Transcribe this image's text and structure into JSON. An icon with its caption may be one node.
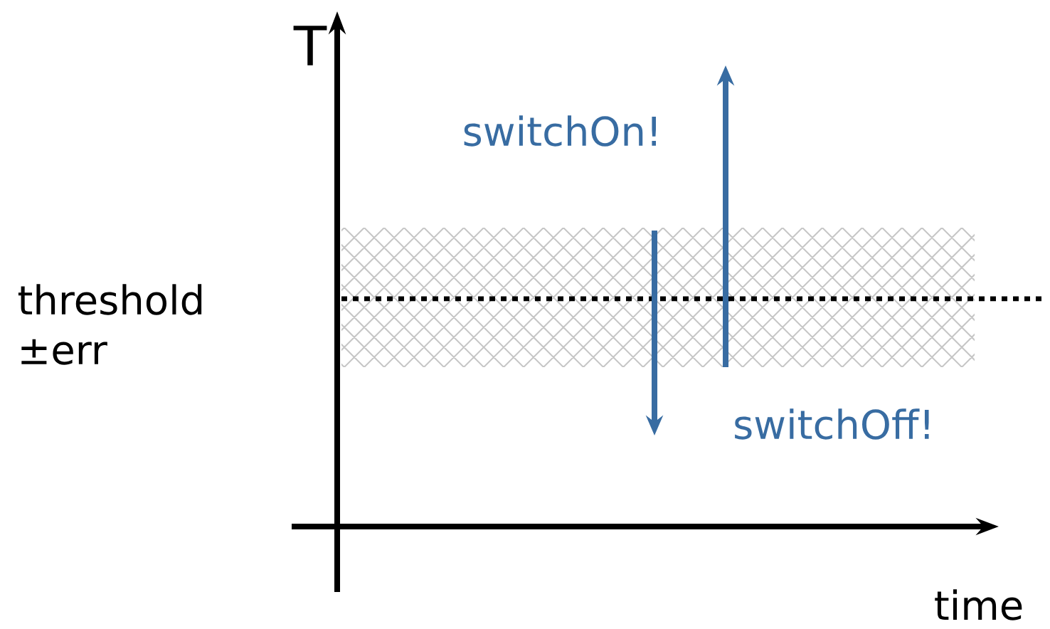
{
  "diagram": {
    "labels": [
      "T",
      "threshold ±err",
      "switchOn!",
      "switchOff!",
      "time"
    ]
  }
}
